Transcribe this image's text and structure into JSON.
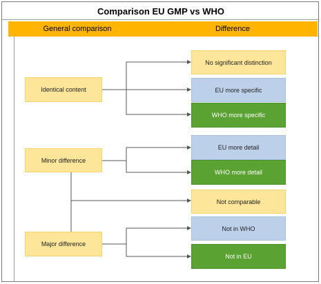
{
  "title": "Comparison EU GMP vs WHO",
  "header": {
    "left": "General comparison",
    "right": "Difference"
  },
  "colors": {
    "header": "#ffb400",
    "yellow": "#fde69a",
    "blue": "#bcd0ea",
    "green": "#5aa232"
  },
  "categories": {
    "identical": "Identical content",
    "minor": "Minor difference",
    "major": "Major difference"
  },
  "outcomes": {
    "no_distinction": "No significant distinction",
    "eu_specific": "EU more specific",
    "who_specific": "WHO more specific",
    "eu_detail": "EU more detail",
    "who_detail": "WHO more detail",
    "not_comparable": "Not comparable",
    "not_in_who": "Not in WHO",
    "not_in_eu": "Not in EU"
  }
}
